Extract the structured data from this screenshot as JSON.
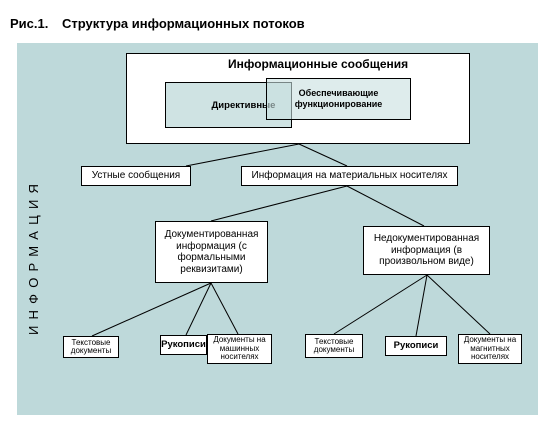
{
  "caption": {
    "number": "Рис.1.",
    "title": "Структура информационных потоков"
  },
  "side_label": "ИНФОРМАЦИЯ",
  "messages": {
    "title": "Информационные сообщения",
    "directive": "Директивные",
    "supporting": "Обеспечивающие функционирование"
  },
  "level1": {
    "oral": "Устные сообщения",
    "material": "Информация на материальных носителях"
  },
  "level2": {
    "documented": "Документированная информация (с формальными реквизитами)",
    "undocumented": "Недокументированная информация (в произвольном виде)"
  },
  "leaves_left": {
    "text_docs": "Текстовые документы",
    "manuscripts": "Рукописи",
    "machine_docs": "Документы на машинных носителях"
  },
  "leaves_right": {
    "text_docs": "Текстовые документы",
    "manuscripts": "Рукописи",
    "magnetic_docs": "Документы на магнитных носителях"
  }
}
